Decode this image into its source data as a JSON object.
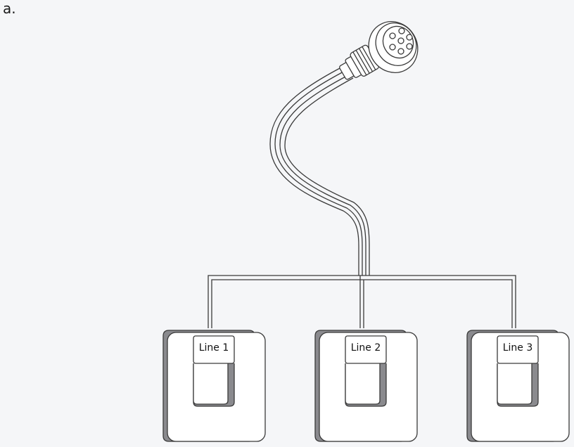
{
  "figure": {
    "label": "a."
  },
  "sensors": [
    {
      "label": "Line 1"
    },
    {
      "label": "Line 2"
    },
    {
      "label": "Line 3"
    }
  ],
  "colors": {
    "background": "#f5f6f8",
    "stroke": "#3a3a3a",
    "shadow": "#8a8a8e",
    "fill": "#ffffff"
  },
  "icons": [
    "circular-connector-icon",
    "current-transformer-clamp-icon"
  ]
}
